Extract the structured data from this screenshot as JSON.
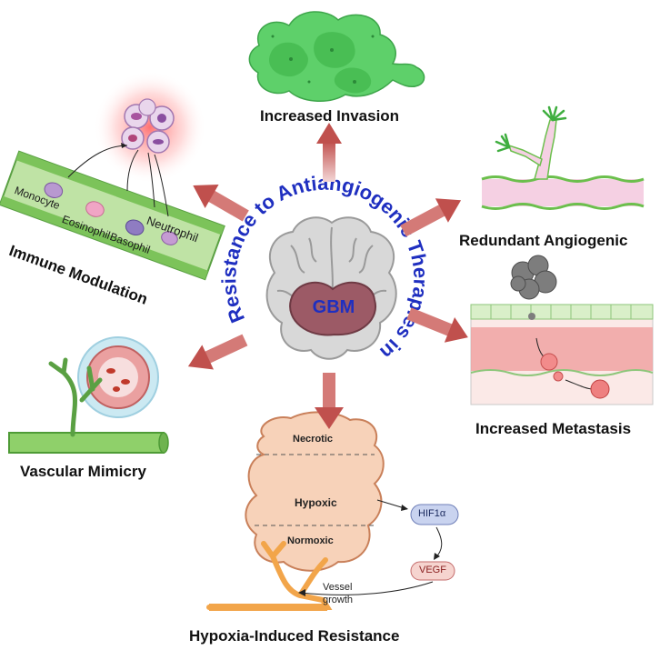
{
  "center": {
    "arc_title": "Resistance to Antiangiogenic Therapies in",
    "core_label": "GBM"
  },
  "panels": {
    "invasion": "Increased Invasion",
    "angiogenic": "Redundant Angiogenic",
    "metastasis": "Increased Metastasis",
    "hypoxia": "Hypoxia-Induced Resistance",
    "mimicry": "Vascular Mimicry",
    "immune": "Immune Modulation"
  },
  "immune_cells": {
    "monocyte": "Monocyte",
    "eosinophil": "Eosinophil",
    "basophil": "Basophil",
    "neutrophil": "Neutrophil"
  },
  "hypoxia_zones": {
    "necrotic": "Necrotic",
    "hypoxic": "Hypoxic",
    "normoxic": "Normoxic",
    "hif": "HIF1α",
    "vegf": "VEGF",
    "vessel_line1": "Vessel",
    "vessel_line2": "growth"
  },
  "colors": {
    "arc_text": "#1f2fc0",
    "arrow": "#c0504d",
    "core": "#9c5a66",
    "vessel_green": "#7cc35a",
    "tumor": "#f4cdb0",
    "hif_fill": "#c9d3ef",
    "vegf_fill": "#f6d4cf"
  }
}
